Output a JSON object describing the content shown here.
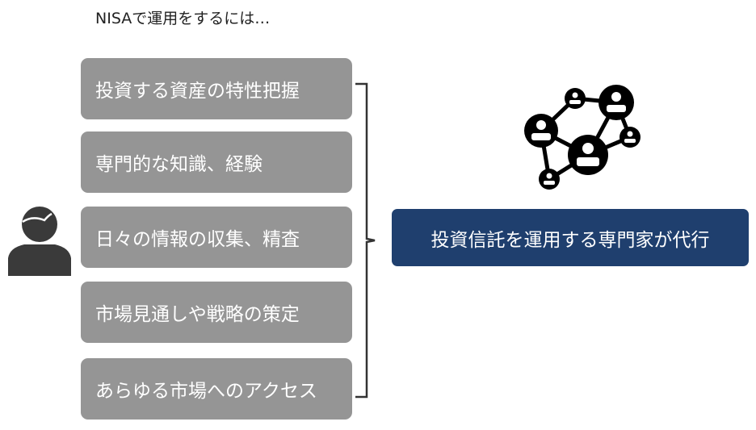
{
  "title": "NISAで運用をするには…",
  "tasks": [
    "投資する資産の特性把握",
    "専門的な知識、経験",
    "日々の情報の収集、精査",
    "市場見通しや戦略の策定",
    "あらゆる市場へのアクセス"
  ],
  "result": "投資信託を運用する専門家が代行",
  "colors": {
    "box": "#959595",
    "accent": "#1f3f6e",
    "icon": "#3a3a3a"
  }
}
